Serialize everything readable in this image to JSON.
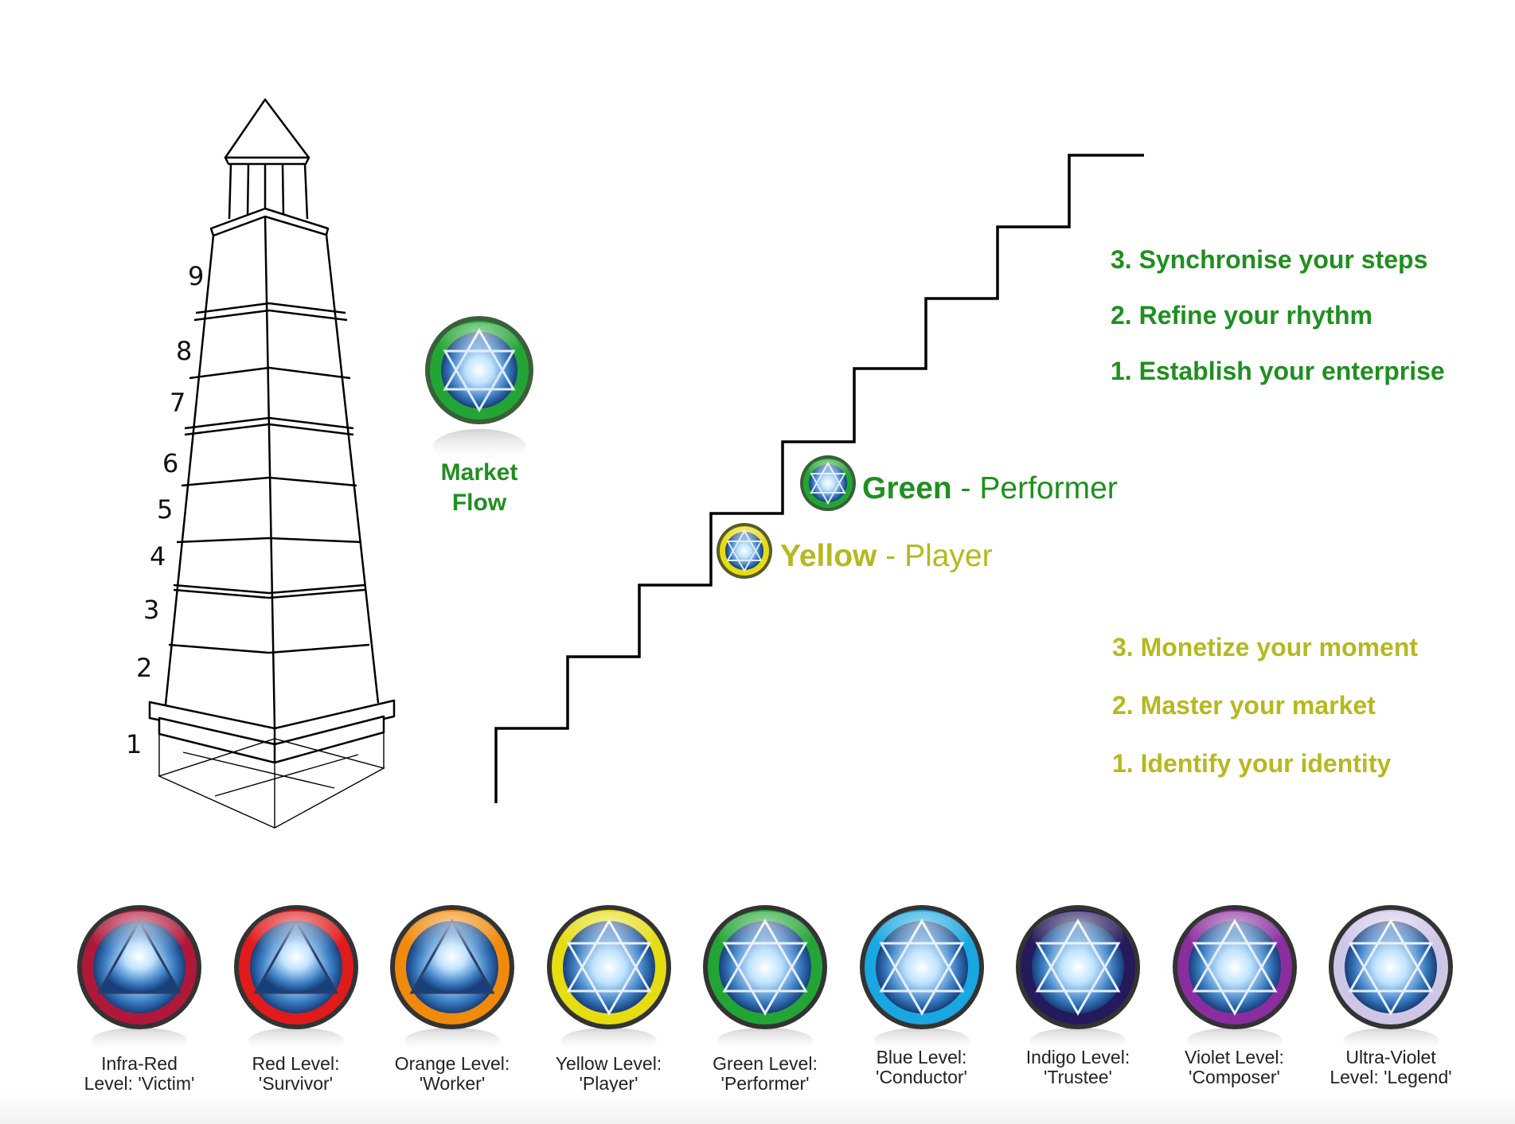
{
  "colors": {
    "green_text": "#1f8f1f",
    "yellow_text": "#b6b81f",
    "line": "#000000"
  },
  "lighthouse": {
    "floors": [
      "9",
      "8",
      "7",
      "6",
      "5",
      "4",
      "3",
      "2",
      "1"
    ]
  },
  "market_flow": {
    "icon": "green-star-orb-icon",
    "line1": "Market",
    "line2": "Flow"
  },
  "green_steps": [
    "3. Synchronise your steps",
    "2. Refine your rhythm",
    "1. Establish your enterprise"
  ],
  "yellow_steps": [
    "3. Monetize your moment",
    "2. Master your market",
    "1. Identify your identity"
  ],
  "tiers": {
    "green": {
      "name": "Green",
      "sep": " - ",
      "role": "Performer",
      "icon": "green-star-orb-icon"
    },
    "yellow": {
      "name": "Yellow",
      "sep": " - ",
      "role": "Player",
      "icon": "yellow-star-orb-icon"
    }
  },
  "levels": [
    {
      "line1": "Infra-Red",
      "line2": "Level: 'Victim'",
      "color": "#b0183a",
      "shape": "triangle",
      "icon": "infra-red-orb-icon"
    },
    {
      "line1": "Red Level:",
      "line2": "'Survivor'",
      "color": "#e01b1b",
      "shape": "triangle",
      "icon": "red-orb-icon"
    },
    {
      "line1": "Orange Level:",
      "line2": "'Worker'",
      "color": "#f08a0c",
      "shape": "triangle",
      "icon": "orange-orb-icon"
    },
    {
      "line1": "Yellow Level:",
      "line2": "'Player'",
      "color": "#e6dc12",
      "shape": "star",
      "icon": "yellow-orb-icon"
    },
    {
      "line1": "Green Level:",
      "line2": "'Performer'",
      "color": "#22a535",
      "shape": "star",
      "icon": "green-orb-icon"
    },
    {
      "line1": "Blue Level:",
      "line2": "'Conductor'",
      "color": "#1aa6e0",
      "shape": "star",
      "icon": "blue-orb-icon"
    },
    {
      "line1": "Indigo Level:",
      "line2": "'Trustee'",
      "color": "#241a5c",
      "shape": "star",
      "icon": "indigo-orb-icon"
    },
    {
      "line1": "Violet Level:",
      "line2": "'Composer'",
      "color": "#8a2d9e",
      "shape": "star",
      "icon": "violet-orb-icon"
    },
    {
      "line1": "Ultra-Violet",
      "line2": "Level: 'Legend'",
      "color": "#cfc6e6",
      "shape": "star",
      "icon": "ultra-violet-orb-icon"
    }
  ]
}
